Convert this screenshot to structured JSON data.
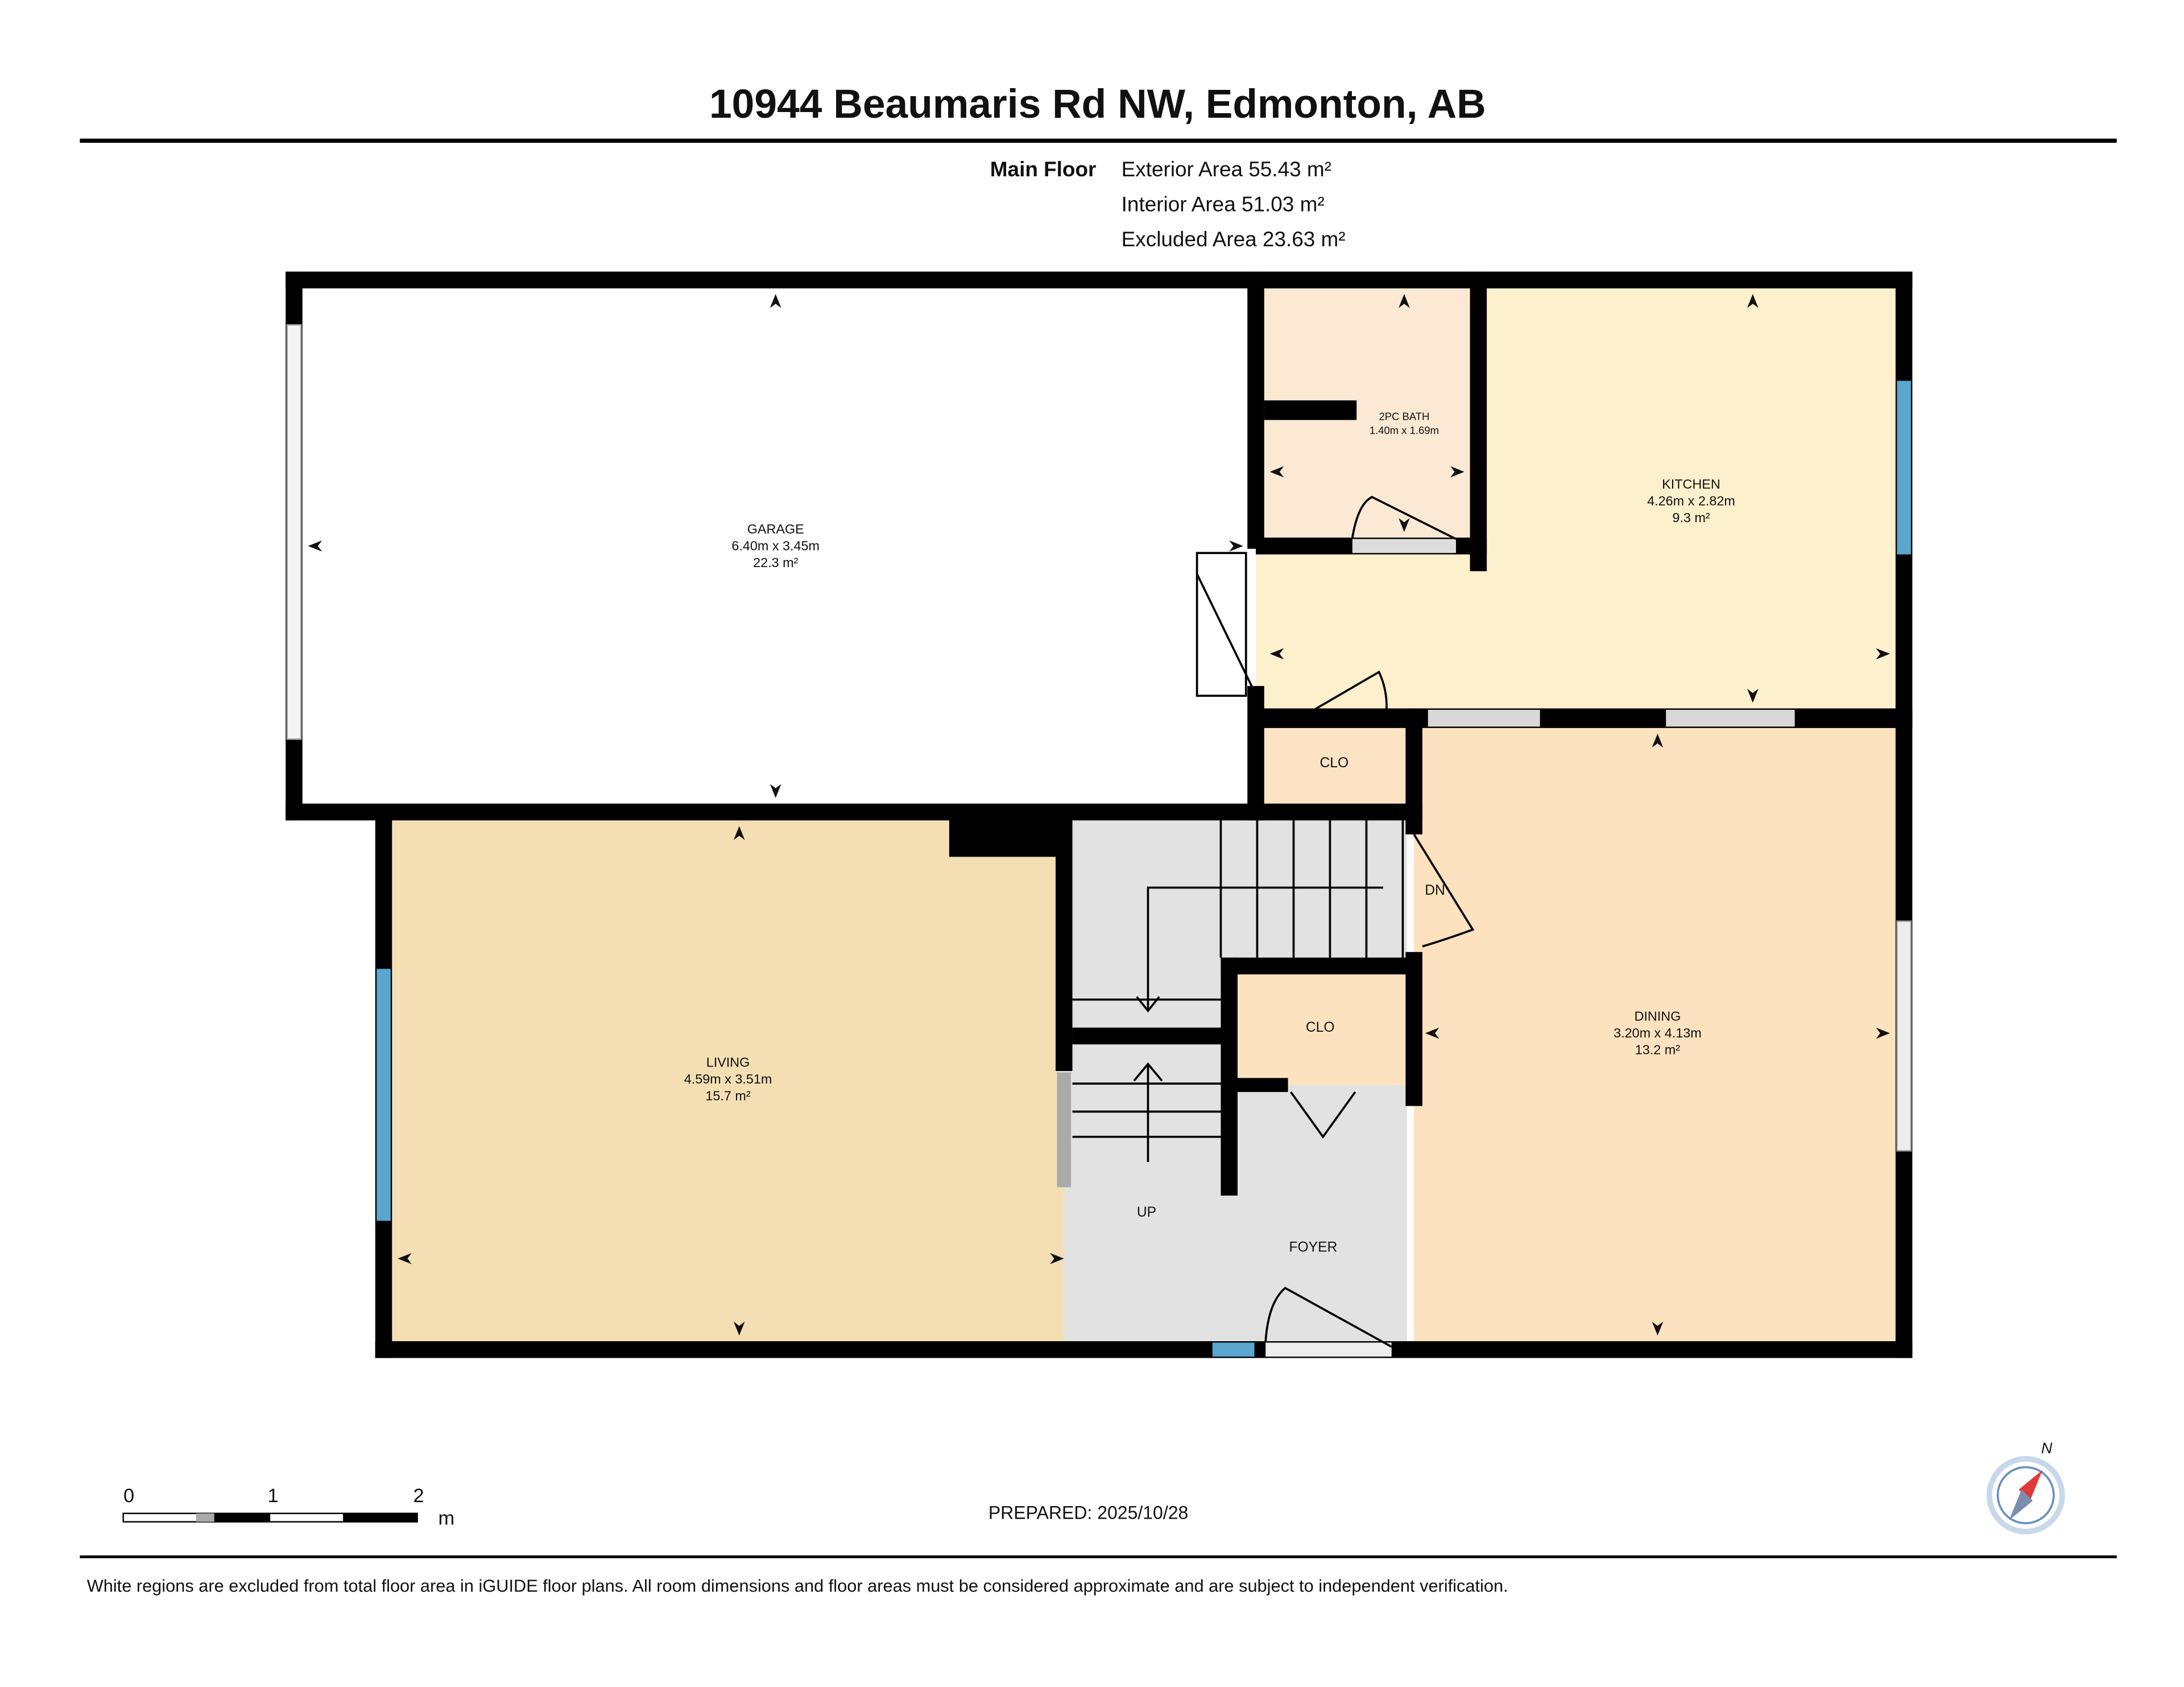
{
  "header": {
    "title": "10944 Beaumaris Rd NW, Edmonton, AB"
  },
  "floor_summary": {
    "floor_label": "Main Floor",
    "exterior_area": "Exterior Area 55.43 m²",
    "interior_area": "Interior Area 51.03 m²",
    "excluded_area": "Excluded Area 23.63 m²"
  },
  "rooms": [
    {
      "name": "GARAGE",
      "dims": "6.40m x 3.45m",
      "area": "22.3 m²",
      "color": "#ffffff"
    },
    {
      "name": "2PC BATH",
      "dims": "1.40m x 1.69m",
      "area": "",
      "color": "#fbe9d4"
    },
    {
      "name": "KITCHEN",
      "dims": "4.26m x 2.82m",
      "area": "9.3 m²",
      "color": "#fdf0cc"
    },
    {
      "name": "CLO",
      "dims": "",
      "area": "",
      "color": "#fbe3c4"
    },
    {
      "name": "DINING",
      "dims": "3.20m x 4.13m",
      "area": "13.2 m²",
      "color": "#fde2bf"
    },
    {
      "name": "LIVING",
      "dims": "4.59m x 3.51m",
      "area": "15.7 m²",
      "color": "#f4dfb5"
    },
    {
      "name": "CLO",
      "dims": "",
      "area": "",
      "color": "#fde2bf"
    },
    {
      "name": "FOYER",
      "dims": "",
      "area": "",
      "color": "#e2e2e2"
    }
  ],
  "stairs": {
    "down_label": "DN",
    "up_label": "UP"
  },
  "colors": {
    "wall": "#000000",
    "window_blue": "#5aa6cf",
    "window_gray": "#d8d8d8"
  },
  "scale_bar": {
    "labels": [
      "0",
      "1",
      "2"
    ],
    "unit": "m"
  },
  "prepared": "PREPARED: 2025/10/28",
  "compass": {
    "label": "N",
    "icon": "compass-icon"
  },
  "footer": {
    "disclaimer": "White regions are excluded from total floor area in iGUIDE floor plans. All room dimensions and floor areas must be considered approximate and are subject to independent verification."
  }
}
